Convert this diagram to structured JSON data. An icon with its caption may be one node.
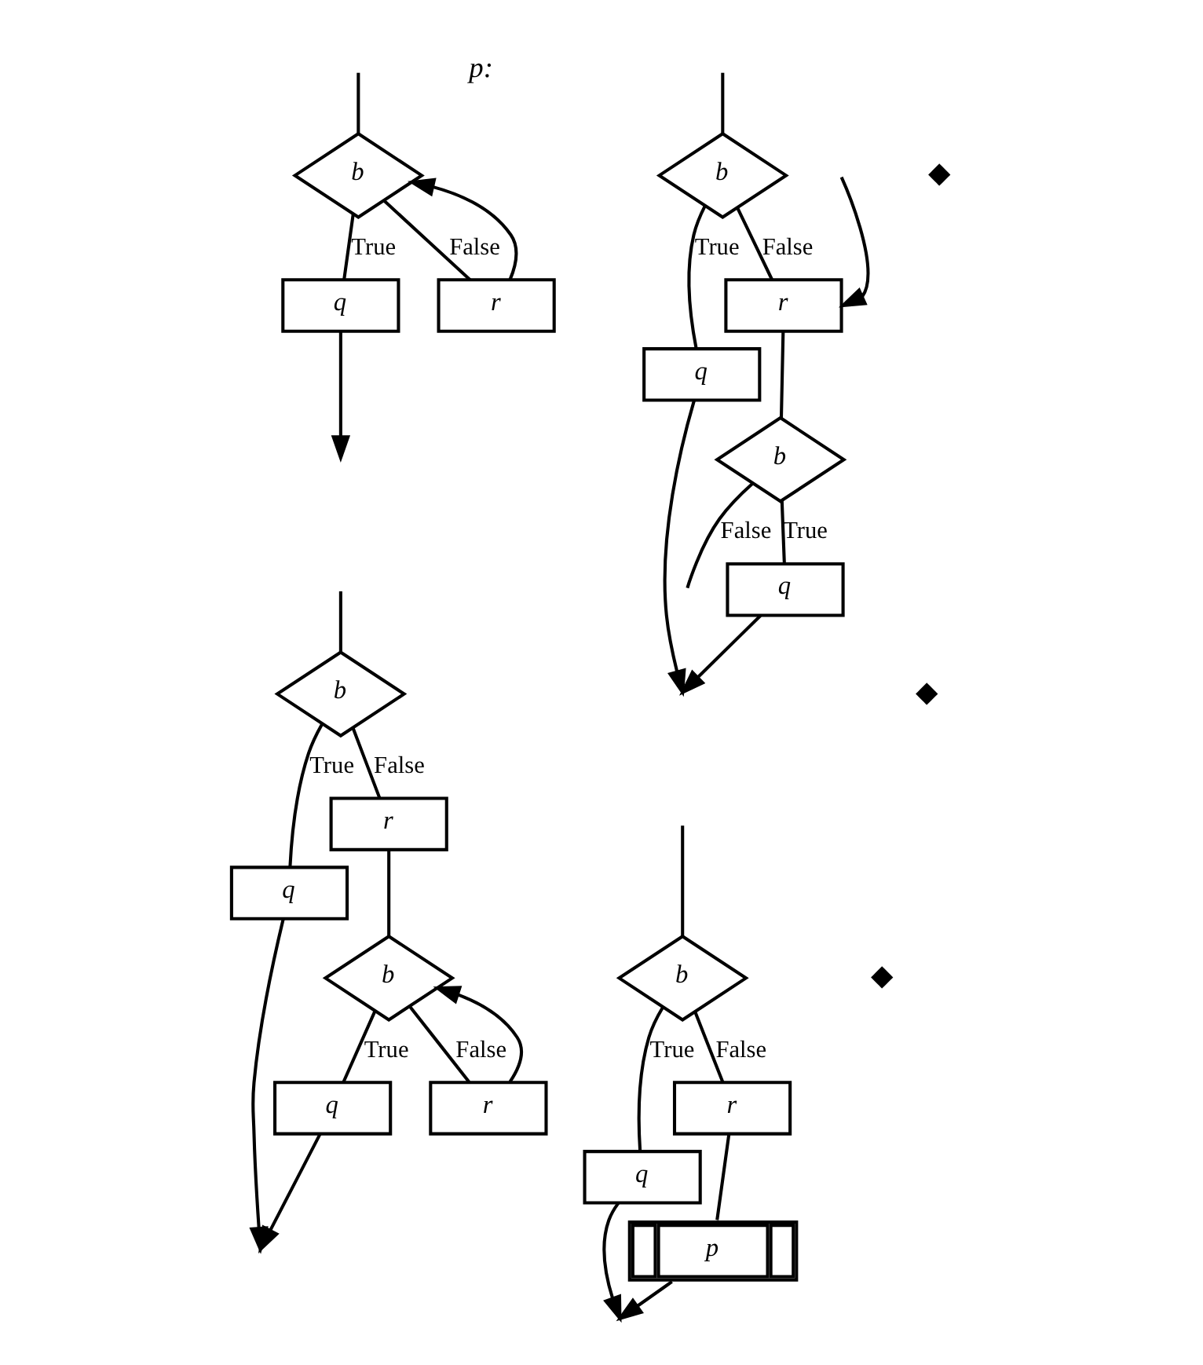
{
  "diagram": {
    "nodes": [
      {
        "text": [
          "b"
        ]
      },
      {
        "text": [
          "q"
        ]
      },
      {
        "text": [
          "r"
        ]
      },
      {
        "text": [
          "b"
        ]
      },
      {
        "text": [
          "q"
        ]
      },
      {
        "text": [
          "r"
        ]
      },
      {
        "text": [
          "b"
        ]
      },
      {
        "text": [
          "q"
        ]
      },
      {
        "text": [
          "b"
        ]
      },
      {
        "text": [
          "q"
        ]
      },
      {
        "text": [
          "r"
        ]
      },
      {
        "text": [
          "b"
        ]
      },
      {
        "text": [
          "q"
        ]
      },
      {
        "text": [
          "r"
        ]
      },
      {
        "text": [
          "b"
        ]
      },
      {
        "text": [
          "q"
        ]
      },
      {
        "text": [
          "r"
        ]
      },
      {
        "text": [
          "p"
        ]
      }
    ],
    "edges": [
      {
        "from": null,
        "to": 0,
        "arrow": "none"
      },
      {
        "from": 0,
        "to": 1,
        "arrow": "none",
        "label": "True"
      },
      {
        "from": 0,
        "to": 2,
        "arrow": "none",
        "label": "False"
      },
      {
        "from": 2,
        "to": 0,
        "arrow": "to"
      },
      {
        "from": 1,
        "to": null,
        "arrow": "to"
      },
      {
        "from": null,
        "to": 3,
        "arrow": "none"
      },
      {
        "from": 3,
        "to": 4,
        "arrow": "none",
        "label": "True"
      },
      {
        "from": 3,
        "to": 5,
        "arrow": "none",
        "label": "False"
      },
      {
        "from": null,
        "to": 5,
        "arrow": "to"
      },
      {
        "from": 5,
        "to": 6,
        "arrow": "none"
      },
      {
        "from": 6,
        "to": null,
        "arrow": "none",
        "label": "False"
      },
      {
        "from": 6,
        "to": 7,
        "arrow": "none",
        "label": "True"
      },
      {
        "from": 4,
        "to": null,
        "arrow": "to"
      },
      {
        "from": 7,
        "to": null,
        "arrow": "to"
      },
      {
        "from": null,
        "to": 8,
        "arrow": "none"
      },
      {
        "from": 8,
        "to": 9,
        "arrow": "none",
        "label": "True"
      },
      {
        "from": 8,
        "to": 10,
        "arrow": "none",
        "label": "False"
      },
      {
        "from": 10,
        "to": 11,
        "arrow": "none"
      },
      {
        "from": 11,
        "to": 12,
        "arrow": "none",
        "label": "True"
      },
      {
        "from": 11,
        "to": 13,
        "arrow": "none",
        "label": "False"
      },
      {
        "from": 13,
        "to": 11,
        "arrow": "to"
      },
      {
        "from": 9,
        "to": null,
        "arrow": "to"
      },
      {
        "from": 12,
        "to": null,
        "arrow": "to"
      },
      {
        "from": null,
        "to": 14,
        "arrow": "none"
      },
      {
        "from": 14,
        "to": 15,
        "arrow": "none",
        "label": "True"
      },
      {
        "from": 14,
        "to": 16,
        "arrow": "none",
        "label": "False"
      },
      {
        "from": 16,
        "to": 17,
        "arrow": "none"
      },
      {
        "from": 15,
        "to": null,
        "arrow": "to"
      },
      {
        "from": 17,
        "to": null,
        "arrow": "to"
      }
    ],
    "labels": [
      "p:",
      "◆",
      "◆",
      "◆"
    ]
  }
}
